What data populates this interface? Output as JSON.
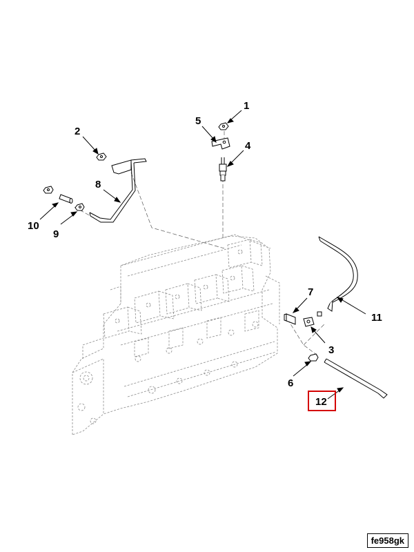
{
  "diagram": {
    "callouts": [
      {
        "id": "1",
        "label": "1"
      },
      {
        "id": "2",
        "label": "2"
      },
      {
        "id": "3",
        "label": "3"
      },
      {
        "id": "4",
        "label": "4"
      },
      {
        "id": "5",
        "label": "5"
      },
      {
        "id": "6",
        "label": "6"
      },
      {
        "id": "7",
        "label": "7"
      },
      {
        "id": "8",
        "label": "8"
      },
      {
        "id": "9",
        "label": "9"
      },
      {
        "id": "10",
        "label": "10"
      },
      {
        "id": "11",
        "label": "11"
      },
      {
        "id": "12",
        "label": "12",
        "highlighted": true
      }
    ],
    "highlight_color": "#d40000",
    "reference_code": "fe958gk"
  }
}
